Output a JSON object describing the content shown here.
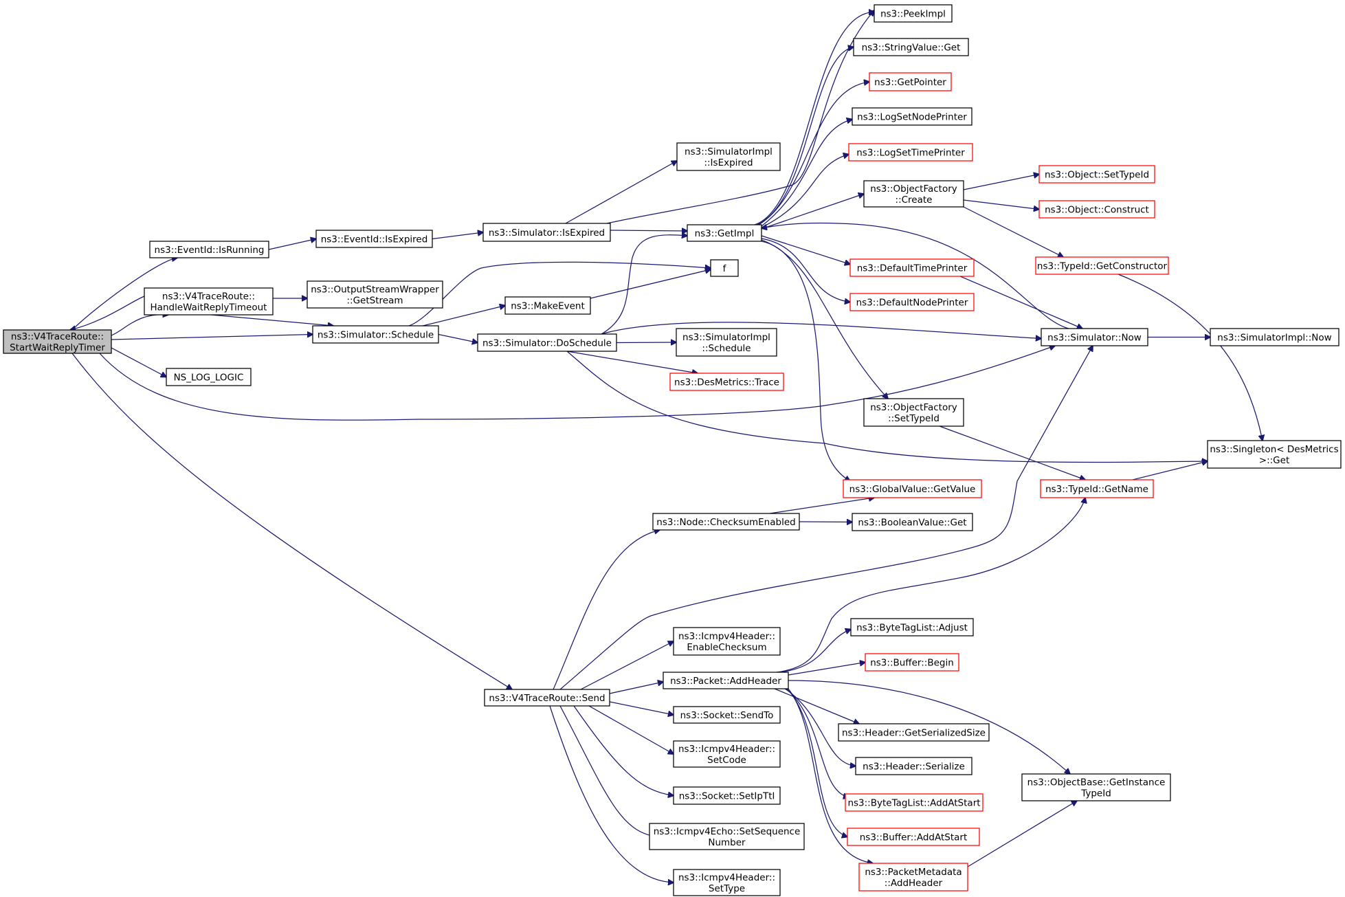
{
  "colors": {
    "edge": "#191970",
    "border": "#000000",
    "truncated_border": "#ff0000",
    "root_fill": "#bfbfbf",
    "background": "#ffffff"
  },
  "nodes": {
    "start": {
      "lines": [
        "ns3::V4TraceRoute::",
        "StartWaitReplyTimer"
      ],
      "style": "root"
    },
    "isrunning": {
      "lines": [
        "ns3::EventId::IsRunning"
      ],
      "style": "normal"
    },
    "handlewait": {
      "lines": [
        "ns3::V4TraceRoute::",
        "HandleWaitReplyTimeout"
      ],
      "style": "normal"
    },
    "nslog": {
      "lines": [
        "NS_LOG_LOGIC"
      ],
      "style": "normal"
    },
    "evexpired": {
      "lines": [
        "ns3::EventId::IsExpired"
      ],
      "style": "normal"
    },
    "getstream": {
      "lines": [
        "ns3::OutputStreamWrapper",
        "::GetStream"
      ],
      "style": "normal"
    },
    "schedule": {
      "lines": [
        "ns3::Simulator::Schedule"
      ],
      "style": "normal"
    },
    "simexpired": {
      "lines": [
        "ns3::Simulator::IsExpired"
      ],
      "style": "normal"
    },
    "makeevent": {
      "lines": [
        "ns3::MakeEvent"
      ],
      "style": "normal"
    },
    "doschedule": {
      "lines": [
        "ns3::Simulator::DoSchedule"
      ],
      "style": "normal"
    },
    "implexpired": {
      "lines": [
        "ns3::SimulatorImpl",
        "::IsExpired"
      ],
      "style": "normal"
    },
    "getimpl": {
      "lines": [
        "ns3::GetImpl"
      ],
      "style": "normal"
    },
    "f": {
      "lines": [
        "f"
      ],
      "style": "normal"
    },
    "implschedule": {
      "lines": [
        "ns3::SimulatorImpl",
        "::Schedule"
      ],
      "style": "normal"
    },
    "desmetrics": {
      "lines": [
        "ns3::DesMetrics::Trace"
      ],
      "style": "red"
    },
    "peekimpl": {
      "lines": [
        "ns3::PeekImpl"
      ],
      "style": "normal"
    },
    "stringget": {
      "lines": [
        "ns3::StringValue::Get"
      ],
      "style": "normal"
    },
    "getpointer": {
      "lines": [
        "ns3::GetPointer"
      ],
      "style": "red"
    },
    "lognodeprinter": {
      "lines": [
        "ns3::LogSetNodePrinter"
      ],
      "style": "normal"
    },
    "logtimeprinter": {
      "lines": [
        "ns3::LogSetTimePrinter"
      ],
      "style": "red"
    },
    "ofcreate": {
      "lines": [
        "ns3::ObjectFactory",
        "::Create"
      ],
      "style": "normal"
    },
    "deftimeprinter": {
      "lines": [
        "ns3::DefaultTimePrinter"
      ],
      "style": "red"
    },
    "defnodeprinter": {
      "lines": [
        "ns3::DefaultNodePrinter"
      ],
      "style": "red"
    },
    "ofsettypeid": {
      "lines": [
        "ns3::ObjectFactory",
        "::SetTypeId"
      ],
      "style": "normal"
    },
    "gvgetvalue": {
      "lines": [
        "ns3::GlobalValue::GetValue"
      ],
      "style": "red"
    },
    "checksum": {
      "lines": [
        "ns3::Node::ChecksumEnabled"
      ],
      "style": "normal"
    },
    "boolget": {
      "lines": [
        "ns3::BooleanValue::Get"
      ],
      "style": "normal"
    },
    "objsettypeid": {
      "lines": [
        "ns3::Object::SetTypeId"
      ],
      "style": "red"
    },
    "objconstruct": {
      "lines": [
        "ns3::Object::Construct"
      ],
      "style": "red"
    },
    "getconstructor": {
      "lines": [
        "ns3::TypeId::GetConstructor"
      ],
      "style": "red"
    },
    "simnow": {
      "lines": [
        "ns3::Simulator::Now"
      ],
      "style": "normal"
    },
    "implnow": {
      "lines": [
        "ns3::SimulatorImpl::Now"
      ],
      "style": "normal"
    },
    "singleton": {
      "lines": [
        "ns3::Singleton< DesMetrics",
        " >::Get"
      ],
      "style": "normal"
    },
    "getname": {
      "lines": [
        "ns3::TypeId::GetName"
      ],
      "style": "red"
    },
    "send": {
      "lines": [
        "ns3::V4TraceRoute::Send"
      ],
      "style": "normal"
    },
    "enablechecksum": {
      "lines": [
        "ns3::Icmpv4Header::",
        "EnableChecksum"
      ],
      "style": "normal"
    },
    "addheader": {
      "lines": [
        "ns3::Packet::AddHeader"
      ],
      "style": "normal"
    },
    "sendto": {
      "lines": [
        "ns3::Socket::SendTo"
      ],
      "style": "normal"
    },
    "setcode": {
      "lines": [
        "ns3::Icmpv4Header::",
        "SetCode"
      ],
      "style": "normal"
    },
    "setipttl": {
      "lines": [
        "ns3::Socket::SetIpTtl"
      ],
      "style": "normal"
    },
    "setseq": {
      "lines": [
        "ns3::Icmpv4Echo::SetSequence",
        "Number"
      ],
      "style": "normal"
    },
    "settype": {
      "lines": [
        "ns3::Icmpv4Header::",
        "SetType"
      ],
      "style": "normal"
    },
    "adjust": {
      "lines": [
        "ns3::ByteTagList::Adjust"
      ],
      "style": "normal"
    },
    "bufbegin": {
      "lines": [
        "ns3::Buffer::Begin"
      ],
      "style": "red"
    },
    "serialsize": {
      "lines": [
        "ns3::Header::GetSerializedSize"
      ],
      "style": "normal"
    },
    "serialize": {
      "lines": [
        "ns3::Header::Serialize"
      ],
      "style": "normal"
    },
    "btladdatstart": {
      "lines": [
        "ns3::ByteTagList::AddAtStart"
      ],
      "style": "red"
    },
    "bufaddatstart": {
      "lines": [
        "ns3::Buffer::AddAtStart"
      ],
      "style": "red"
    },
    "pmaddheader": {
      "lines": [
        "ns3::PacketMetadata",
        "::AddHeader"
      ],
      "style": "red"
    },
    "instancetypeid": {
      "lines": [
        "ns3::ObjectBase::GetInstance",
        "TypeId"
      ],
      "style": "normal"
    }
  }
}
